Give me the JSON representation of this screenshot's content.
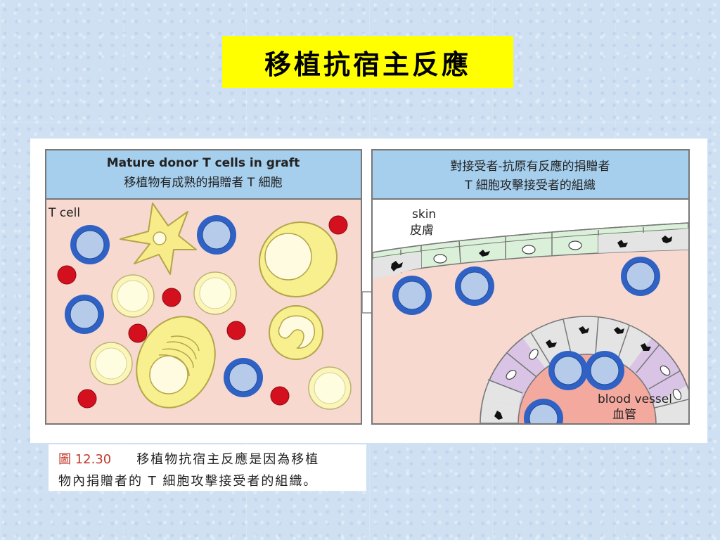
{
  "slide": {
    "title": "移植抗宿主反應"
  },
  "figure": {
    "left_panel": {
      "header_en": "Mature donor T cells in graft",
      "header_zh": "移植物有成熟的捐贈者 T 細胞",
      "tcell_label": "T cell"
    },
    "right_panel": {
      "header_line1": "對接受者-抗原有反應的捐贈者",
      "header_line2": "T 細胞攻擊接受者的組織",
      "skin_en": "skin",
      "skin_zh": "皮膚",
      "vessel_en": "blood vessel",
      "vessel_zh": "血管"
    }
  },
  "caption": {
    "number": "圖 12.30",
    "line1": "移植物抗宿主反應是因為移植",
    "line2": "物內捐贈者的 T 細胞攻擊接受者的組織。"
  },
  "colors": {
    "title_bg": "#ffff00",
    "header_bg": "#a6cfee",
    "tissue_bg": "#f7d9cf",
    "tcell_ring": "#2f62c4",
    "tcell_core": "#b6cbea",
    "rbc": "#d4101e",
    "yellow_cell": "#fbf6b8",
    "skin_layer": "#daf0d8",
    "vessel_wall": "#d9c4e6",
    "vessel_lumen": "#f3a99e",
    "caption_number": "#c0392b"
  }
}
